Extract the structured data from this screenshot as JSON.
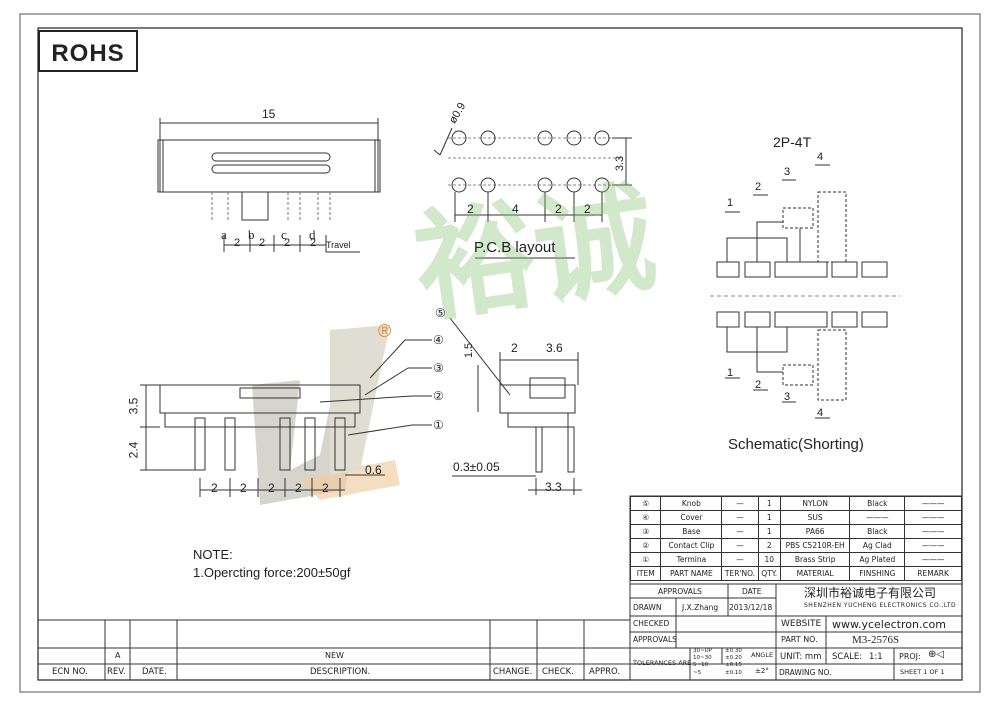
{
  "badge": "ROHS",
  "top_view": {
    "width_dim": "15",
    "pos_labels": [
      "a",
      "b",
      "c",
      "d"
    ],
    "pitch_dims": [
      "2",
      "2",
      "2",
      "2"
    ],
    "travel_label": "Travel"
  },
  "pcb": {
    "hole_dim": "ø0.9",
    "row_gap": "3.3",
    "pitch_dims": [
      "2",
      "4",
      "2",
      "2"
    ],
    "caption": "P.C.B layout"
  },
  "schematic": {
    "title": "2P-4T",
    "numbers": [
      "1",
      "2",
      "3",
      "4"
    ],
    "caption": "Schematic(Shorting)"
  },
  "side_view": {
    "height_top": "3.5",
    "height_pins": "2.4",
    "pitch_dims": [
      "2",
      "2",
      "2",
      "2",
      "2"
    ],
    "pin_width": "0.6",
    "callouts": [
      "⑤",
      "④",
      "③",
      "②",
      "①"
    ]
  },
  "end_view": {
    "dim_a": "1.5",
    "dim_b": "2",
    "dim_c": "3.6",
    "thickness": "0.3±0.05",
    "pin_span": "3.3"
  },
  "note": {
    "title": "NOTE:",
    "line1": "1.Opercting force:200±50gf"
  },
  "watermark": {
    "brand": "裕诚",
    "mark": "®"
  },
  "bom": {
    "rows": [
      {
        "no": "⑤",
        "name": "Knob",
        "ter": "—",
        "qty": "1",
        "material": "NYLON",
        "finish": "Black",
        "remark": "———"
      },
      {
        "no": "④",
        "name": "Cover",
        "ter": "—",
        "qty": "1",
        "material": "SUS",
        "finish": "———",
        "remark": "———"
      },
      {
        "no": "③",
        "name": "Base",
        "ter": "—",
        "qty": "1",
        "material": "PA66",
        "finish": "Black",
        "remark": "———"
      },
      {
        "no": "②",
        "name": "Contact Clip",
        "ter": "—",
        "qty": "2",
        "material": "PBS C5210R-EH",
        "finish": "Ag Clad",
        "remark": "———"
      },
      {
        "no": "①",
        "name": "Termina",
        "ter": "—",
        "qty": "10",
        "material": "Brass Strip",
        "finish": "Ag Plated",
        "remark": "———"
      }
    ],
    "header": {
      "no": "ITEM",
      "name": "PART NAME",
      "ter": "TER'NO.",
      "qty": "QTY.",
      "material": "MATERIAL",
      "finish": "FINSHING",
      "remark": "REMARK"
    }
  },
  "title_block": {
    "approvals_label": "APPROVALS",
    "date_label": "DATE",
    "drawn_label": "DRAWN",
    "drawn_by": "J.X.Zhang",
    "drawn_date": "2013/12/18",
    "checked_label": "CHECKED",
    "approvals2_label": "APPROVALS",
    "company_cn": "深圳市裕诚电子有限公司",
    "company_en": "SHENZHEN YUCHENG ELECTRONICS CO.,LTD",
    "website_label": "WEBSITE",
    "website": "www.ycelectron.com",
    "part_label": "PART NO.",
    "part_no": "M3-2576S",
    "tol_label": "TOLERANCES ARE",
    "tol_ranges": [
      "30~UP",
      "10~30",
      "5~10",
      "~5"
    ],
    "tol_values": [
      "±0.30",
      "±0.20",
      "±0.15",
      "±0.10"
    ],
    "angle_label": "ANGLE",
    "angle_value": "±2°",
    "unit_label": "UNIT: mm",
    "scale_label": "SCALE:",
    "scale_value": "1:1",
    "proj_label": "PROJ:",
    "drawing_label": "DRAWING NO.",
    "sheet_label": "SHEET  1 OF 1"
  },
  "revision": {
    "ecn": "ECN NO.",
    "rev": "REV.",
    "date": "DATE.",
    "new": "NEW",
    "desc": "DESCRIPTION.",
    "change": "CHANGE.",
    "check": "CHECK.",
    "appro": "APPRO.",
    "rev_value": "A"
  }
}
